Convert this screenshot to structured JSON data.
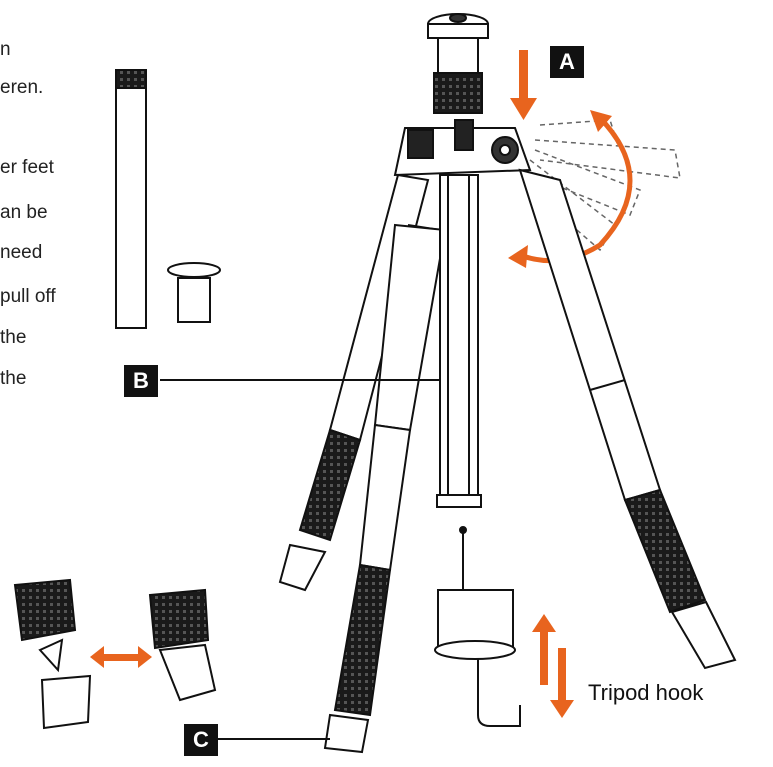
{
  "text_fragments": [
    "n",
    "eren.",
    "er feet",
    "an be",
    "need",
    "pull off",
    " the",
    " the"
  ],
  "labels": {
    "a": "A",
    "b": "B",
    "c": "C"
  },
  "caption": "Tripod hook",
  "colors": {
    "accent": "#e8641e",
    "line": "#111111",
    "fill": "#ffffff",
    "rubber": "#1a1a1a"
  }
}
